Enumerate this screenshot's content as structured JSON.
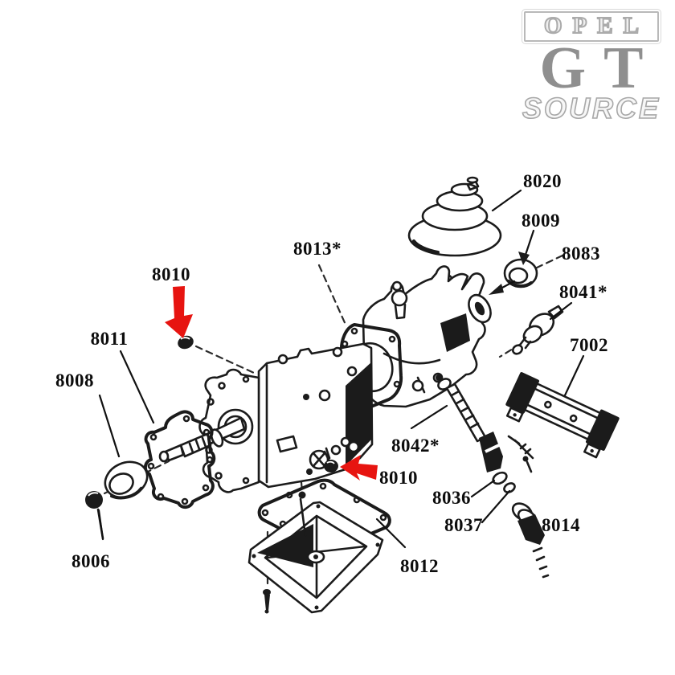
{
  "logo": {
    "brand": "OPEL",
    "model": "GT",
    "store": "SOURCE"
  },
  "diagram": {
    "description": "Opel GT transmission exploded parts diagram",
    "red_arrow_color": "#e71410",
    "labels": [
      {
        "id": "8020",
        "text": "8020"
      },
      {
        "id": "8009",
        "text": "8009"
      },
      {
        "id": "8083",
        "text": "8083"
      },
      {
        "id": "8041",
        "text": "8041*"
      },
      {
        "id": "7002",
        "text": "7002"
      },
      {
        "id": "8013",
        "text": "8013*"
      },
      {
        "id": "8010-top",
        "text": "8010"
      },
      {
        "id": "8011",
        "text": "8011"
      },
      {
        "id": "8008",
        "text": "8008"
      },
      {
        "id": "8006",
        "text": "8006"
      },
      {
        "id": "8042",
        "text": "8042*"
      },
      {
        "id": "8010-bottom",
        "text": "8010"
      },
      {
        "id": "8036",
        "text": "8036"
      },
      {
        "id": "8037",
        "text": "8037"
      },
      {
        "id": "8014",
        "text": "8014"
      },
      {
        "id": "8012",
        "text": "8012"
      }
    ]
  }
}
